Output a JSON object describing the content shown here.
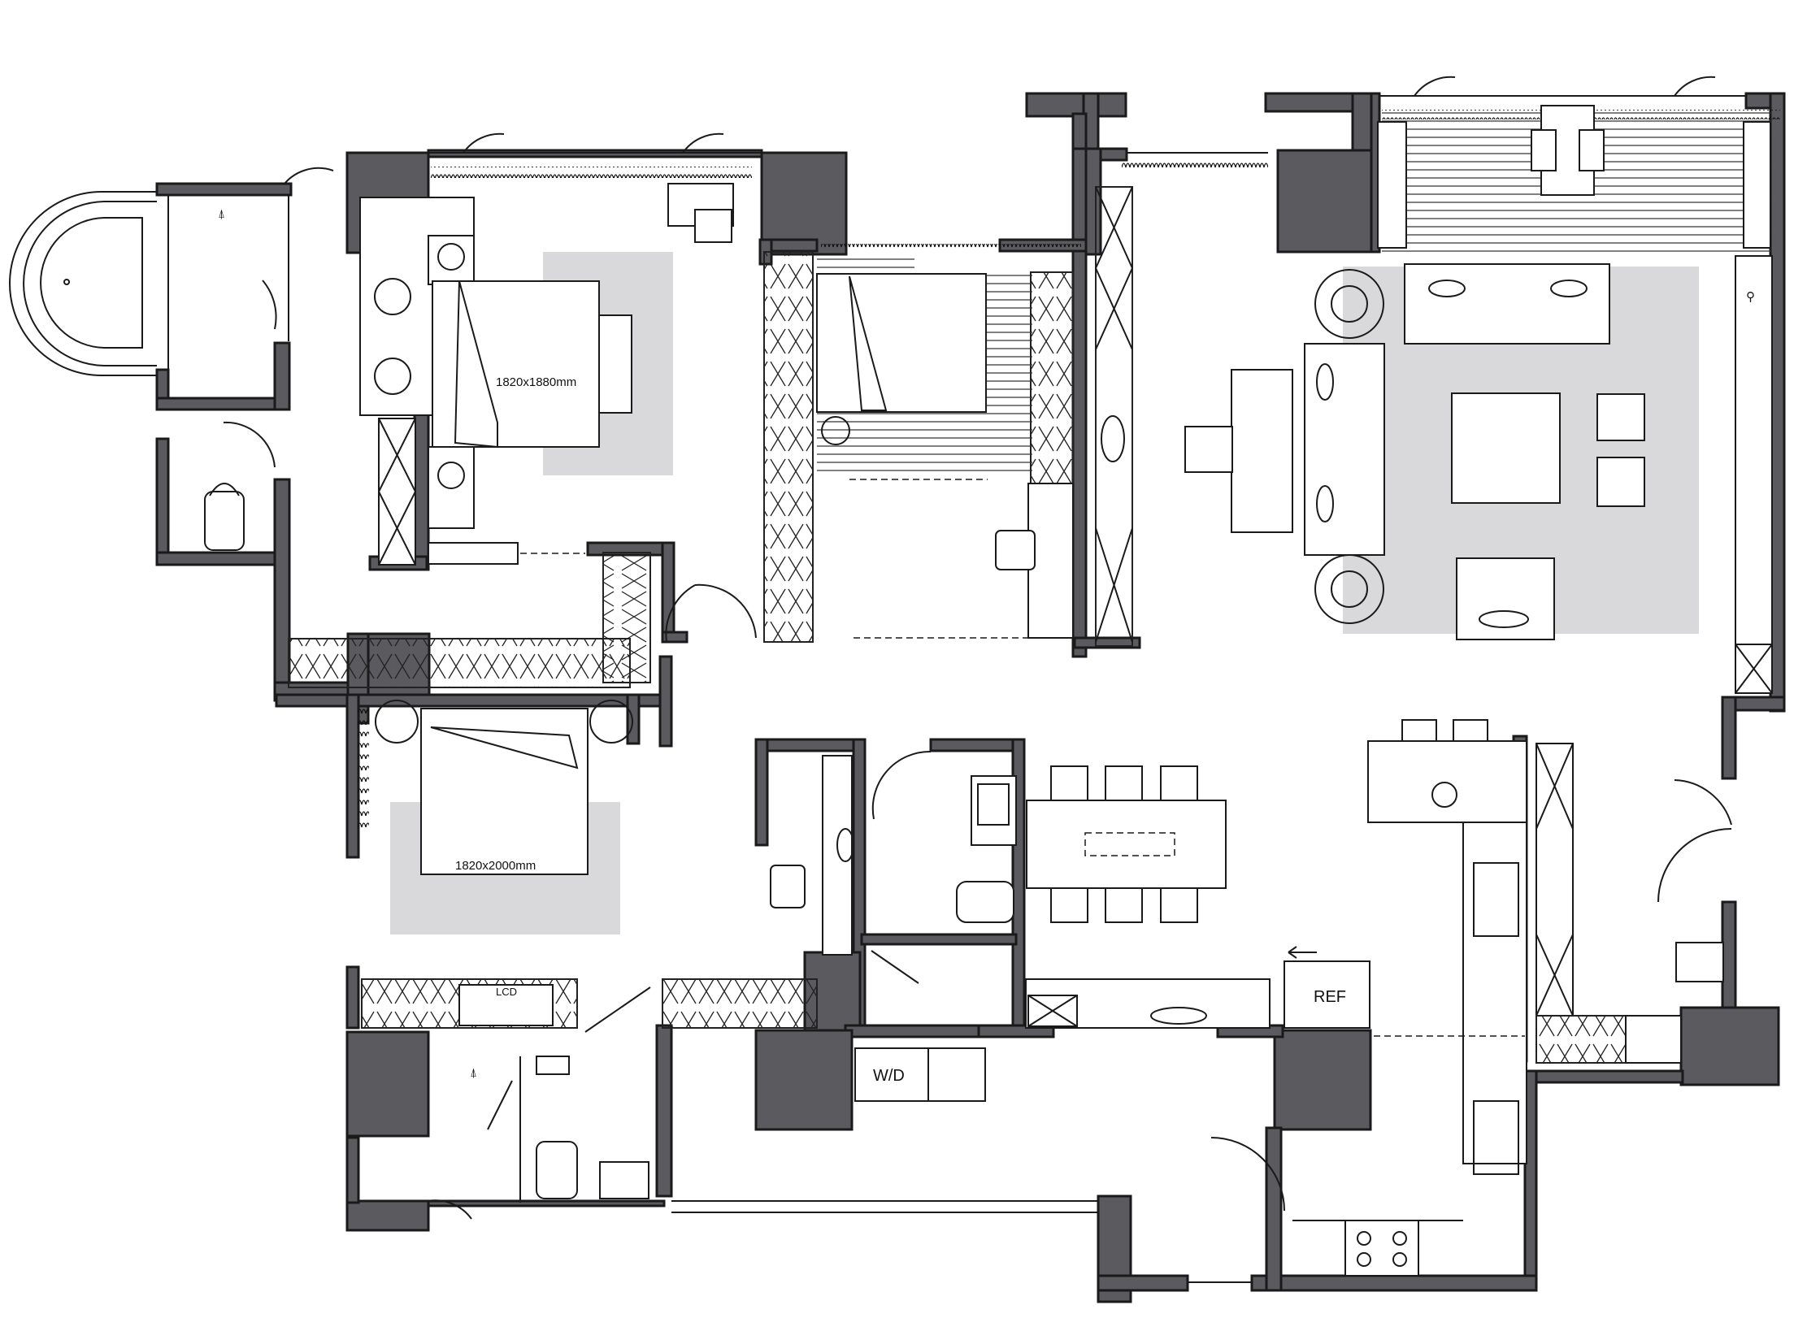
{
  "labels": {
    "master_bed_size": "1820x1880mm",
    "second_bed_size": "1820x2000mm",
    "tv": "LCD",
    "washer_dryer": "W/D",
    "fridge": "REF"
  },
  "colors": {
    "wall": "#5b5a5f",
    "rug": "#d9d9db",
    "line": "#1a1a1a"
  }
}
